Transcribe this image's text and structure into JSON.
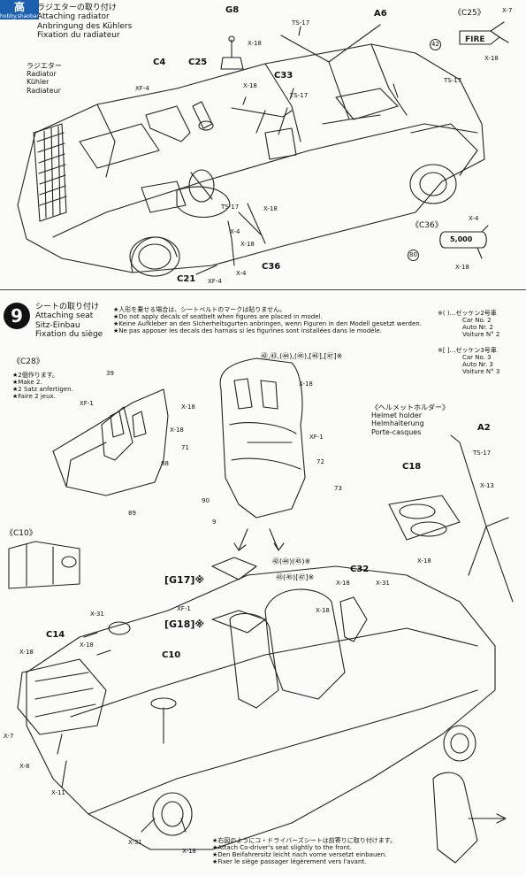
{
  "watermark": {
    "title": "高",
    "url": "hobby.shaobao.com"
  },
  "step8": {
    "title_lines": [
      "ラジエターの取り付け",
      "Attaching radiator",
      "Anbringung des Kühlers",
      "Fixation du radiateur"
    ],
    "radiator_lines": [
      "ラジエター",
      "Radiator",
      "Kühler",
      "Radiateur"
    ],
    "parts": {
      "g8": "G8",
      "a6": "A6",
      "c4": "C4",
      "c25": "C25",
      "c33": "C33",
      "c36": "C36",
      "c21": "C21",
      "ts17a": "TS-17",
      "ts17b": "TS-17",
      "ts17c": "TS-17",
      "ts17d": "TS-17",
      "x18a": "X-18",
      "x18b": "X-18",
      "x18c": "X-18",
      "x18d": "X-18",
      "xf4a": "XF-4",
      "xf4b": "XF-4",
      "x4a": "X-4",
      "x4b": "X-4"
    },
    "inset_c25": {
      "title": "《C25》",
      "x7": "X-7",
      "x18": "X-18",
      "decal": "42"
    },
    "inset_c36": {
      "title": "《C36》",
      "x4": "X-4",
      "x18": "X-18",
      "decal": "80",
      "label": "5,000"
    }
  },
  "step9": {
    "number": "9",
    "title_lines": [
      "シートの取り付け",
      "Attaching seat",
      "Sitz-Einbau",
      "Fixation du siège"
    ],
    "notes": [
      "★人形を乗せる場合は、シートベルトのマークは貼りません。",
      "★Do not apply decals of seatbelt when figures are placed in model.",
      "★Keine Aufkleber an den Sicherheitsgurten anbringen, wenn Figuren in den Modell gesetzt werden.",
      "★Ne pas apposer les decals des harnais si les figurines sont installées dans le modèle."
    ],
    "car_no2": [
      "※( )…ゼッケン2号車",
      "Car No. 2",
      "Auto Nr. 2",
      "Voiture N° 2"
    ],
    "car_no3": [
      "※[ ]…ゼッケン3号車",
      "Car No. 3",
      "Auto Nr. 3",
      "Voiture N° 3"
    ],
    "c28": {
      "title": "《C28》",
      "lines": [
        "★2個作ります。",
        "★Make 2.",
        "★2 Satz anfertigen.",
        "★Faire 2 jeux."
      ],
      "decals": [
        "39",
        "88",
        "89"
      ],
      "xf1": "XF-1",
      "x18": "X-18"
    },
    "seat_decals": {
      "top": "㊷,㊸,(㊹),(㊺),[㊻],[㊼]※",
      "d71": "71",
      "d72": "72",
      "d73": "73",
      "d90": "90",
      "d9": "9",
      "x18a": "X-18",
      "x18b": "X-18",
      "xf1": "XF-1"
    },
    "helmet": {
      "lines": [
        "《ヘルメットホルダー》",
        "Helmet holder",
        "Helmhalterung",
        "Porte-casques"
      ],
      "a2": "A2",
      "ts17": "TS-17",
      "c18": "C18",
      "x13": "X-13",
      "x18": "X-18"
    },
    "c10_inset": "《C10》",
    "parts": {
      "g17": "[G17]※",
      "g18": "[G18]※",
      "c32": "C32",
      "c14": "C14",
      "c10": "C10",
      "d42": "㊷(㊹)(㊺)※",
      "d43": "㊸(㊺)[㊼]※",
      "xf1": "XF-1",
      "x31a": "X-31",
      "x31b": "X-31",
      "x31c": "X-31",
      "x18a": "X-18",
      "x18b": "X-18",
      "x18c": "X-18",
      "x18d": "X-18",
      "x18e": "X-18",
      "x7": "X-7",
      "x8": "X-8",
      "x11": "X-11"
    },
    "footer_notes": [
      "★右図のようにコ・ドライバーズシートは前寄りに取り付けます。",
      "★Attach Co-driver's seat slightly to the front.",
      "★Den Beifahrersitz leicht nach vorne versetzt einbauen.",
      "★Fixer le siège passager légèrement vers l'avant."
    ]
  }
}
